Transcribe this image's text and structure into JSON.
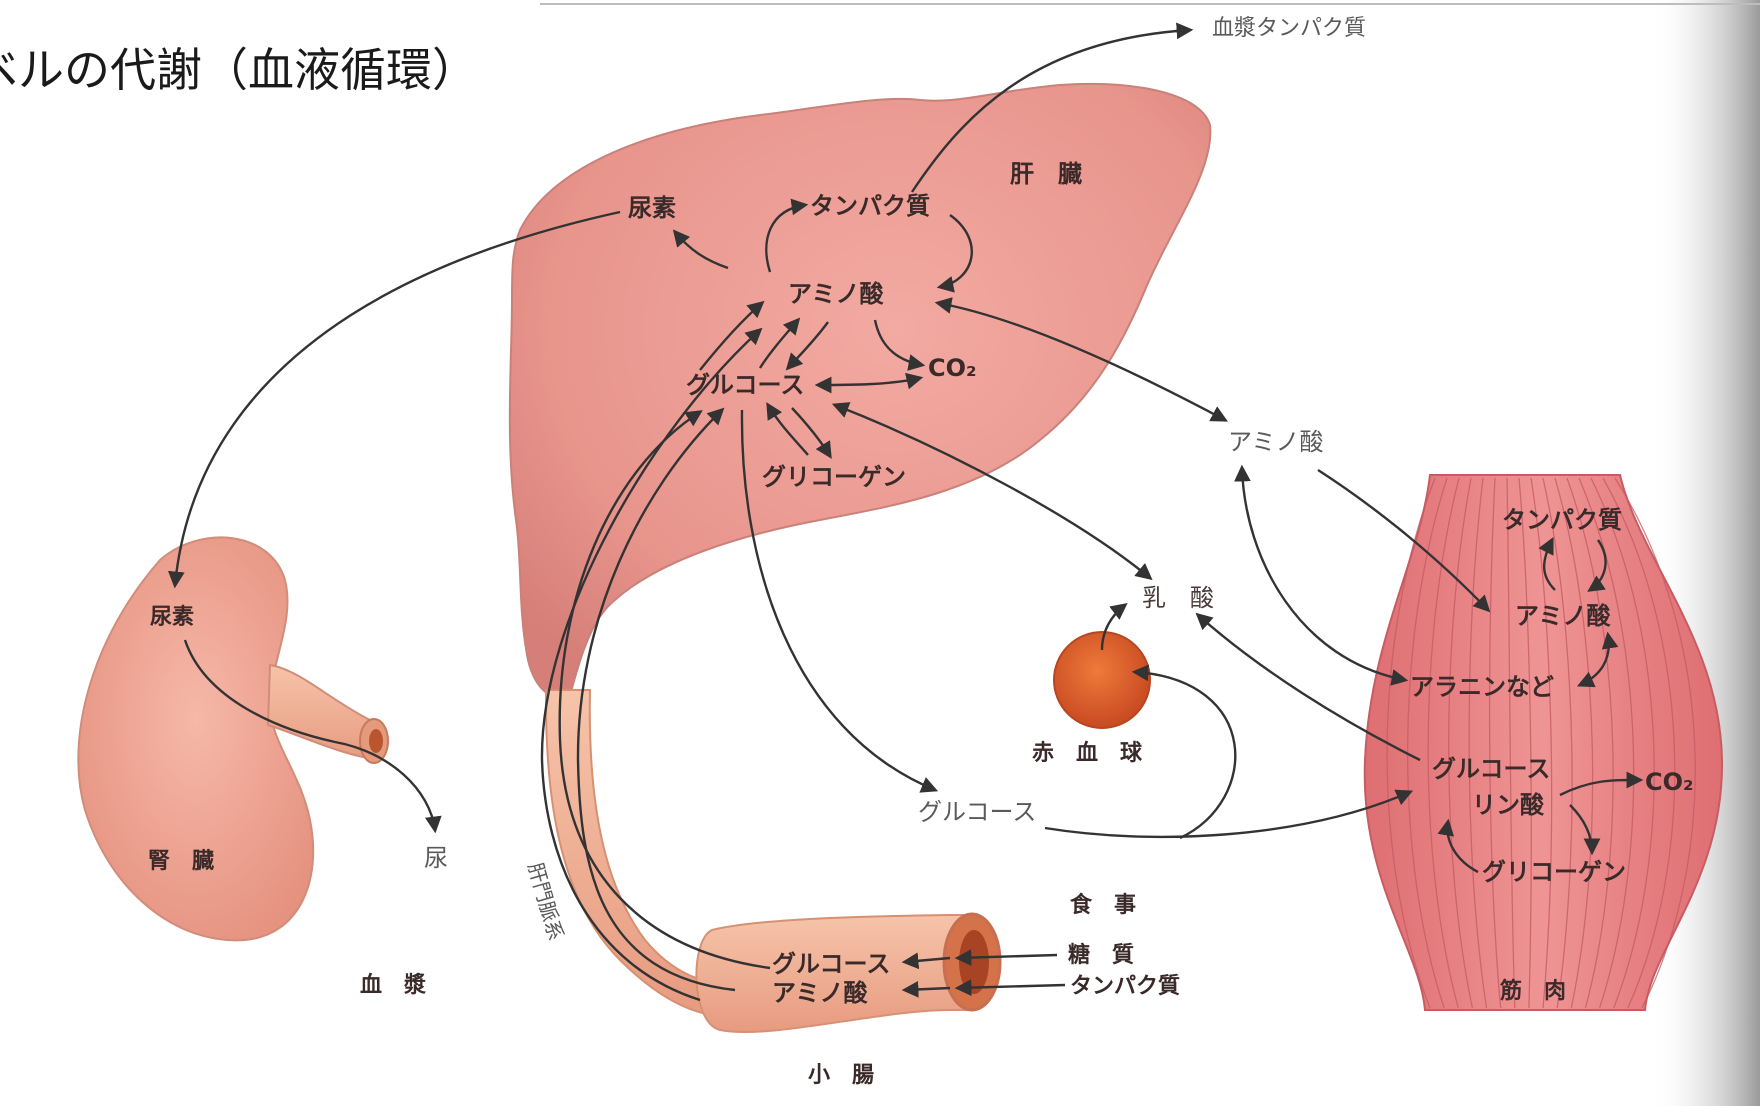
{
  "title": "ベルの代謝（血液循環）",
  "organs": {
    "liver": "肝　臓",
    "kidney": "腎　臓",
    "muscle": "筋　肉",
    "intestine": "小　腸",
    "rbc": "赤　血　球",
    "plasma": "血　漿",
    "portal": "肝門脈系"
  },
  "liver_labels": {
    "urea": "尿素",
    "protein": "タンパク質",
    "amino": "アミノ酸",
    "co2": "CO₂",
    "glucose": "グルコース",
    "glycogen": "グリコーゲン"
  },
  "blood_labels": {
    "plasma_protein": "血漿タンパク質",
    "amino": "アミノ酸",
    "lactate": "乳　酸",
    "glucose": "グルコース"
  },
  "kidney_labels": {
    "urea": "尿素",
    "urine": "尿"
  },
  "muscle_labels": {
    "protein": "タンパク質",
    "amino": "アミノ酸",
    "alanine": "アラニンなど",
    "glucose_p": "グルコース",
    "phosphate": "リン酸",
    "co2": "CO₂",
    "glycogen": "グリコーゲン"
  },
  "intestine_labels": {
    "glucose": "グルコース",
    "amino": "アミノ酸"
  },
  "food_labels": {
    "meal": "食　事",
    "sugar": "糖　質",
    "protein": "タンパク質"
  },
  "colors": {
    "liver": "#e99a92",
    "kidney": "#f0a898",
    "muscle": "#e77e80",
    "intestine": "#f3b49c",
    "rbc": "#dc5a2a"
  }
}
